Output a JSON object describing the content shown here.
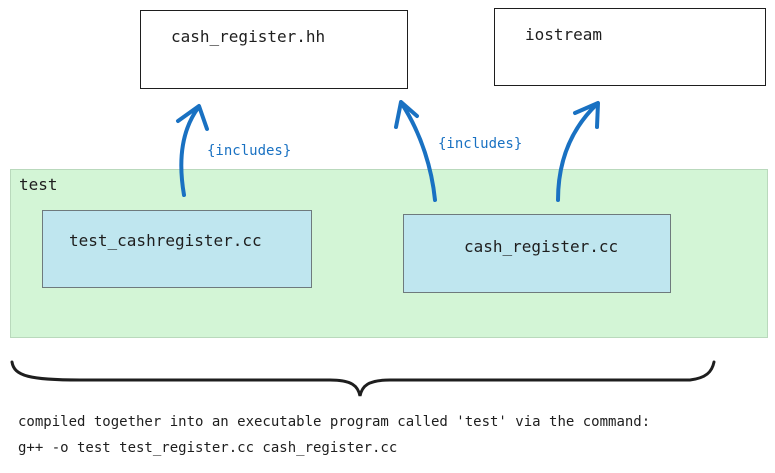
{
  "nodes": {
    "cash_register_hh": "cash_register.hh",
    "iostream": "iostream",
    "test_group": "test",
    "test_cashregister_cc": "test_cashregister.cc",
    "cash_register_cc": "cash_register.cc"
  },
  "edges": {
    "includes_1": "{includes}",
    "includes_2": "{includes}"
  },
  "caption": {
    "line1": "compiled together into an executable program called 'test' via the command:",
    "line2": "g++ -o test test_register.cc cash_register.cc"
  },
  "colors": {
    "arrow": "#1971c2",
    "group_fill": "#d3f5d6",
    "source_fill": "#bfe6ef",
    "stroke": "#1e1e1e"
  }
}
